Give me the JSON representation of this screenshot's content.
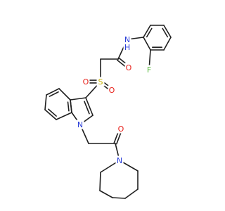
{
  "molecule": {
    "atom_labels": {
      "nh": "N\nH",
      "amide_o": "O",
      "fluorine": "F",
      "sulfur": "S",
      "sulfonyl_o1": "O",
      "sulfonyl_o2": "O",
      "indole_n": "N",
      "ketone_o": "O",
      "azepane_n": "N"
    },
    "colors": {
      "bond": "#1f1f1f",
      "nitrogen": "#2b3fd8",
      "oxygen": "#e8201a",
      "fluorine": "#55b93a",
      "sulfur": "#c9b200"
    }
  }
}
